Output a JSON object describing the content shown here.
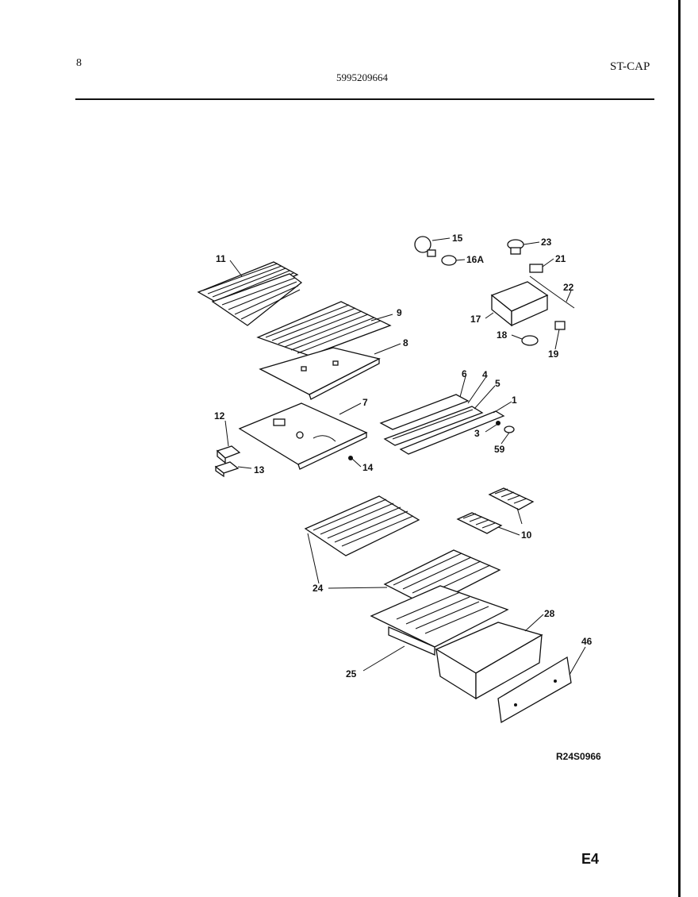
{
  "header": {
    "page_number": "8",
    "document_number": "5995209664",
    "section_code": "ST-CAP"
  },
  "diagram": {
    "callouts": [
      "11",
      "9",
      "8",
      "7",
      "12",
      "13",
      "14",
      "6",
      "4",
      "5",
      "1",
      "3",
      "59",
      "15",
      "16A",
      "23",
      "21",
      "22",
      "17",
      "18",
      "19",
      "10",
      "24",
      "28",
      "46",
      "25"
    ],
    "reference_code": "R24S0966"
  },
  "footer": {
    "page_code": "E4"
  }
}
